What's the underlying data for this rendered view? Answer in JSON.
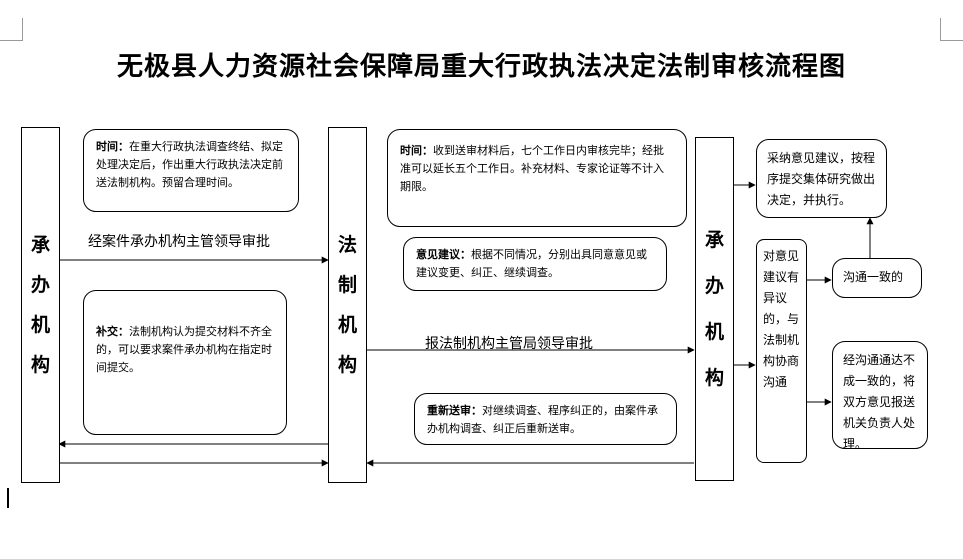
{
  "title": "无极县人力资源社会保障局重大行政执法决定法制审核流程图",
  "col_left": [
    "承",
    "办",
    "机",
    "构"
  ],
  "col_mid": [
    "法",
    "制",
    "机",
    "构"
  ],
  "col_right": [
    "承",
    "办",
    "机",
    "构"
  ],
  "box_time1": {
    "label": "时间：",
    "text": "在重大行政执法调查终结、拟定处理决定后，作出重大行政执法决定前送法制机构。预留合理时间。"
  },
  "box_supplement": {
    "label": "补交：",
    "text": "法制机构认为提交材料不齐全的，可以要求案件承办机构在指定时间提交。"
  },
  "box_time2": {
    "label": "时间：",
    "text": "收到送审材料后，七个工作日内审核完毕；经批准可以延长五个工作日。补充材料、专家论证等不计入期限。"
  },
  "box_opinion": {
    "label": "意见建议：",
    "text": "根据不同情况，分别出具同意意见或建议变更、纠正、继续调查。"
  },
  "box_resubmit": {
    "label": "重新送审：",
    "text": "对继续调查、程序纠正的，由案件承办机构调查、纠正后重新送审。"
  },
  "box_dispute": {
    "text": "对意见建议有异议的，与法制机构协商沟通"
  },
  "box_adopt": {
    "text": "采纳意见建议，按程序提交集体研究做出决定，并执行。"
  },
  "box_agree": {
    "text": "沟通一致的"
  },
  "box_escalate": {
    "text": "经沟通通达不成一致的，将双方意见报送机关负责人处理。"
  },
  "label_approve1": "经案件承办机构主管领导审批",
  "label_approve2": "报法制机构主管局领导审批"
}
